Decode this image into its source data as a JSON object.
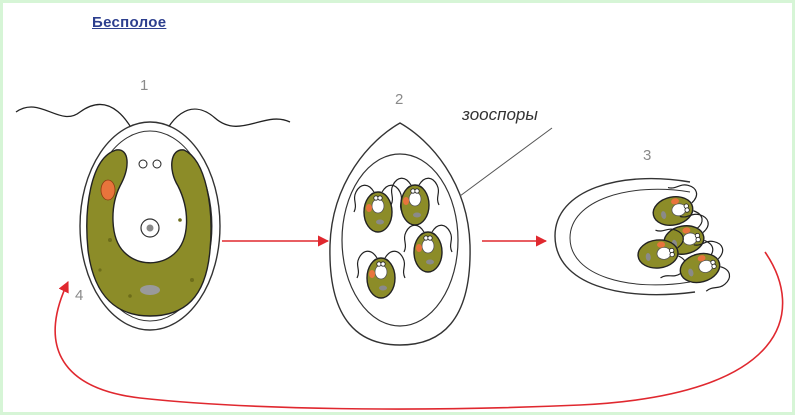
{
  "title": "Бесполое",
  "labels": {
    "stage1": "1",
    "stage2": "2",
    "stage3": "3",
    "stage4": "4",
    "zoospores": "зооспоры"
  },
  "colors": {
    "chloroplast": "#8c8c28",
    "cell_wall": "#333333",
    "arrow": "#e0282f",
    "eyespot": "#e8743c",
    "title": "#2d3f8e"
  }
}
